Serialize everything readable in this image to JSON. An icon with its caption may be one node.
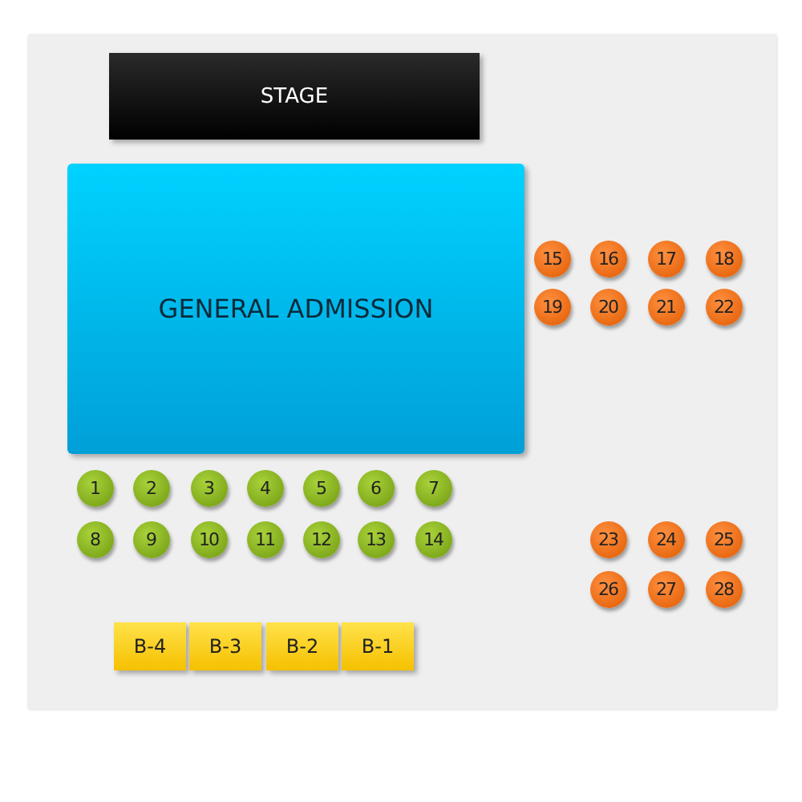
{
  "diagram": {
    "nodes": [
      {
        "text": [
          "STAGE"
        ]
      },
      {
        "text": [
          "GENERAL ADMISSION"
        ]
      },
      {
        "text": [
          "15"
        ]
      },
      {
        "text": [
          "16"
        ]
      },
      {
        "text": [
          "17"
        ]
      },
      {
        "text": [
          "18"
        ]
      },
      {
        "text": [
          "19"
        ]
      },
      {
        "text": [
          "20"
        ]
      },
      {
        "text": [
          "21"
        ]
      },
      {
        "text": [
          "22"
        ]
      },
      {
        "text": [
          "1"
        ]
      },
      {
        "text": [
          "2"
        ]
      },
      {
        "text": [
          "3"
        ]
      },
      {
        "text": [
          "4"
        ]
      },
      {
        "text": [
          "5"
        ]
      },
      {
        "text": [
          "6"
        ]
      },
      {
        "text": [
          "7"
        ]
      },
      {
        "text": [
          "8"
        ]
      },
      {
        "text": [
          "9"
        ]
      },
      {
        "text": [
          "10"
        ]
      },
      {
        "text": [
          "11"
        ]
      },
      {
        "text": [
          "12"
        ]
      },
      {
        "text": [
          "13"
        ]
      },
      {
        "text": [
          "14"
        ]
      },
      {
        "text": [
          "23"
        ]
      },
      {
        "text": [
          "24"
        ]
      },
      {
        "text": [
          "25"
        ]
      },
      {
        "text": [
          "26"
        ]
      },
      {
        "text": [
          "27"
        ]
      },
      {
        "text": [
          "28"
        ]
      },
      {
        "text": [
          "B-4"
        ]
      },
      {
        "text": [
          "B-3"
        ]
      },
      {
        "text": [
          "B-2"
        ]
      },
      {
        "text": [
          "B-1"
        ]
      }
    ]
  }
}
